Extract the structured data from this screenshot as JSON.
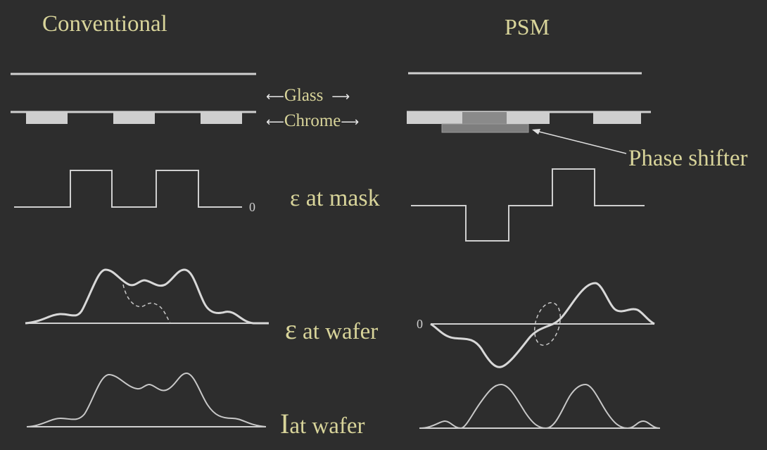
{
  "titles": {
    "left": "Conventional",
    "right": "PSM"
  },
  "mask_labels": {
    "glass": "Glass",
    "chrome": "Chrome",
    "phase_shifter": "Phase shifter"
  },
  "row_labels": {
    "e_mask": "ε at mask",
    "e_wafer_symbol": "ε",
    "e_wafer_text": " at wafer",
    "i_wafer_symbol": "I",
    "i_wafer_text": "at wafer"
  },
  "zero_labels": {
    "left_mask": "0",
    "right_wafer": "0"
  },
  "colors": {
    "background": "#2d2d2d",
    "label_text": "#d8d49a",
    "lines": "#d0d0d0",
    "chrome": "#cfcfcf",
    "phase_shifter": "#8a8a8a"
  }
}
